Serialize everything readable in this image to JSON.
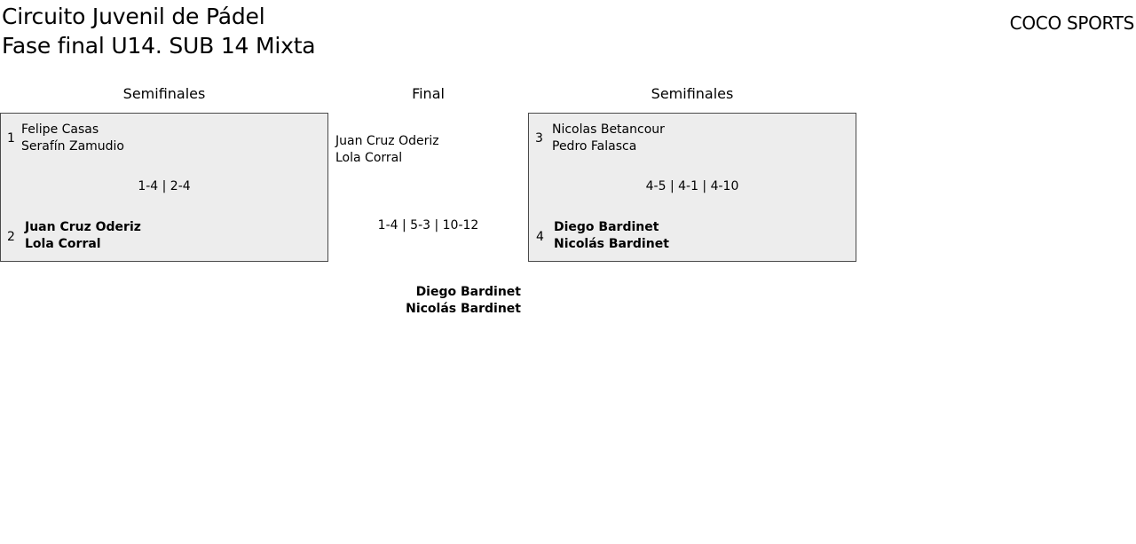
{
  "header": {
    "title_line1": "Circuito Juvenil de Pádel",
    "title_line2": "Fase final U14. SUB 14 Mixta",
    "brand": "COCO SPORTS"
  },
  "columns": {
    "left": "Semifinales",
    "center": "Final",
    "right": "Semifinales"
  },
  "semifinal_left": {
    "team_a": {
      "seed": "1",
      "player1": "Felipe Casas",
      "player2": "Serafín Zamudio"
    },
    "score": "1-4 | 2-4",
    "team_b": {
      "seed": "2",
      "player1": "Juan Cruz Oderiz",
      "player2": "Lola Corral"
    },
    "winner": "team_b"
  },
  "semifinal_right": {
    "team_a": {
      "seed": "3",
      "player1": "Nicolas Betancour",
      "player2": "Pedro Falasca"
    },
    "score": "4-5 | 4-1 | 4-10",
    "team_b": {
      "seed": "4",
      "player1": "Diego Bardinet",
      "player2": "Nicolás Bardinet"
    },
    "winner": "team_b"
  },
  "final": {
    "team_a": {
      "player1": "Juan Cruz Oderiz",
      "player2": "Lola Corral"
    },
    "score": "1-4 | 5-3 | 10-12",
    "champion": {
      "player1": "Diego Bardinet",
      "player2": "Nicolás Bardinet"
    }
  },
  "colors": {
    "box_background": "#ededed",
    "box_border": "#4a4a4a",
    "text": "#000000"
  }
}
